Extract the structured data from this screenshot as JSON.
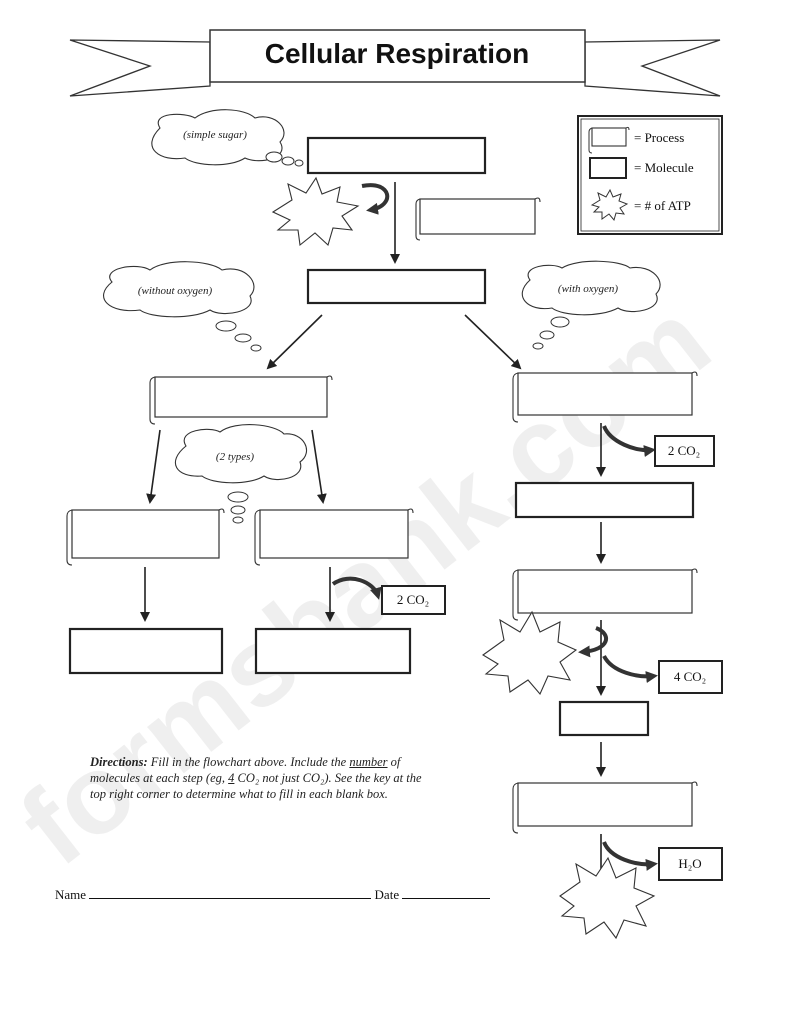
{
  "title": "Cellular Respiration",
  "clouds": {
    "simple_sugar": "(simple sugar)",
    "without_oxygen": "(without oxygen)",
    "with_oxygen": "(with oxygen)",
    "two_types": "(2 types)"
  },
  "key": {
    "process": "= Process",
    "molecule": "= Molecule",
    "atp": "= # of ATP"
  },
  "labels": {
    "co2_ferment": "2 CO₂",
    "co2_link": "2 CO₂",
    "co2_krebs": "4 CO₂",
    "water": "H₂O"
  },
  "directions": {
    "lead": "Directions:",
    "text_1": " Fill in the flowchart above. Include the ",
    "underlined_1": "number",
    "text_2": " of molecules at each step (eg, ",
    "underlined_2": "4",
    "text_3": " CO₂ not just CO₂). See the key at the top right corner to determine what to fill in each blank box."
  },
  "footer": {
    "name_label": "Name",
    "date_label": "Date"
  },
  "watermark": "formsbank.com"
}
